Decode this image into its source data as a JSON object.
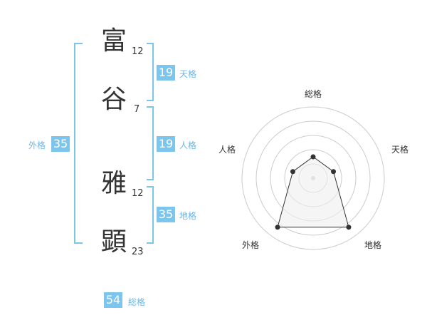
{
  "name": {
    "chars": [
      {
        "char": "富",
        "strokes": "12"
      },
      {
        "char": "谷",
        "strokes": "7"
      },
      {
        "char": "雅",
        "strokes": "12"
      },
      {
        "char": "顕",
        "strokes": "23"
      }
    ]
  },
  "kaku": {
    "tenkaku": {
      "value": "19",
      "label": "天格"
    },
    "jinkaku": {
      "value": "19",
      "label": "人格"
    },
    "chikaku": {
      "value": "35",
      "label": "地格"
    },
    "gaikaku": {
      "value": "35",
      "label": "外格"
    },
    "soukaku": {
      "value": "54",
      "label": "総格"
    }
  },
  "chart_data": {
    "type": "radar",
    "axes": [
      "総格",
      "天格",
      "地格",
      "外格",
      "人格"
    ],
    "values": [
      0.3,
      0.3,
      0.85,
      0.85,
      0.3
    ],
    "rings": 5,
    "fill_color": "#eeeeee",
    "stroke_color": "#333333",
    "grid_color": "#cccccc"
  },
  "colors": {
    "accent": "#7cc6ee",
    "text": "#333333"
  }
}
